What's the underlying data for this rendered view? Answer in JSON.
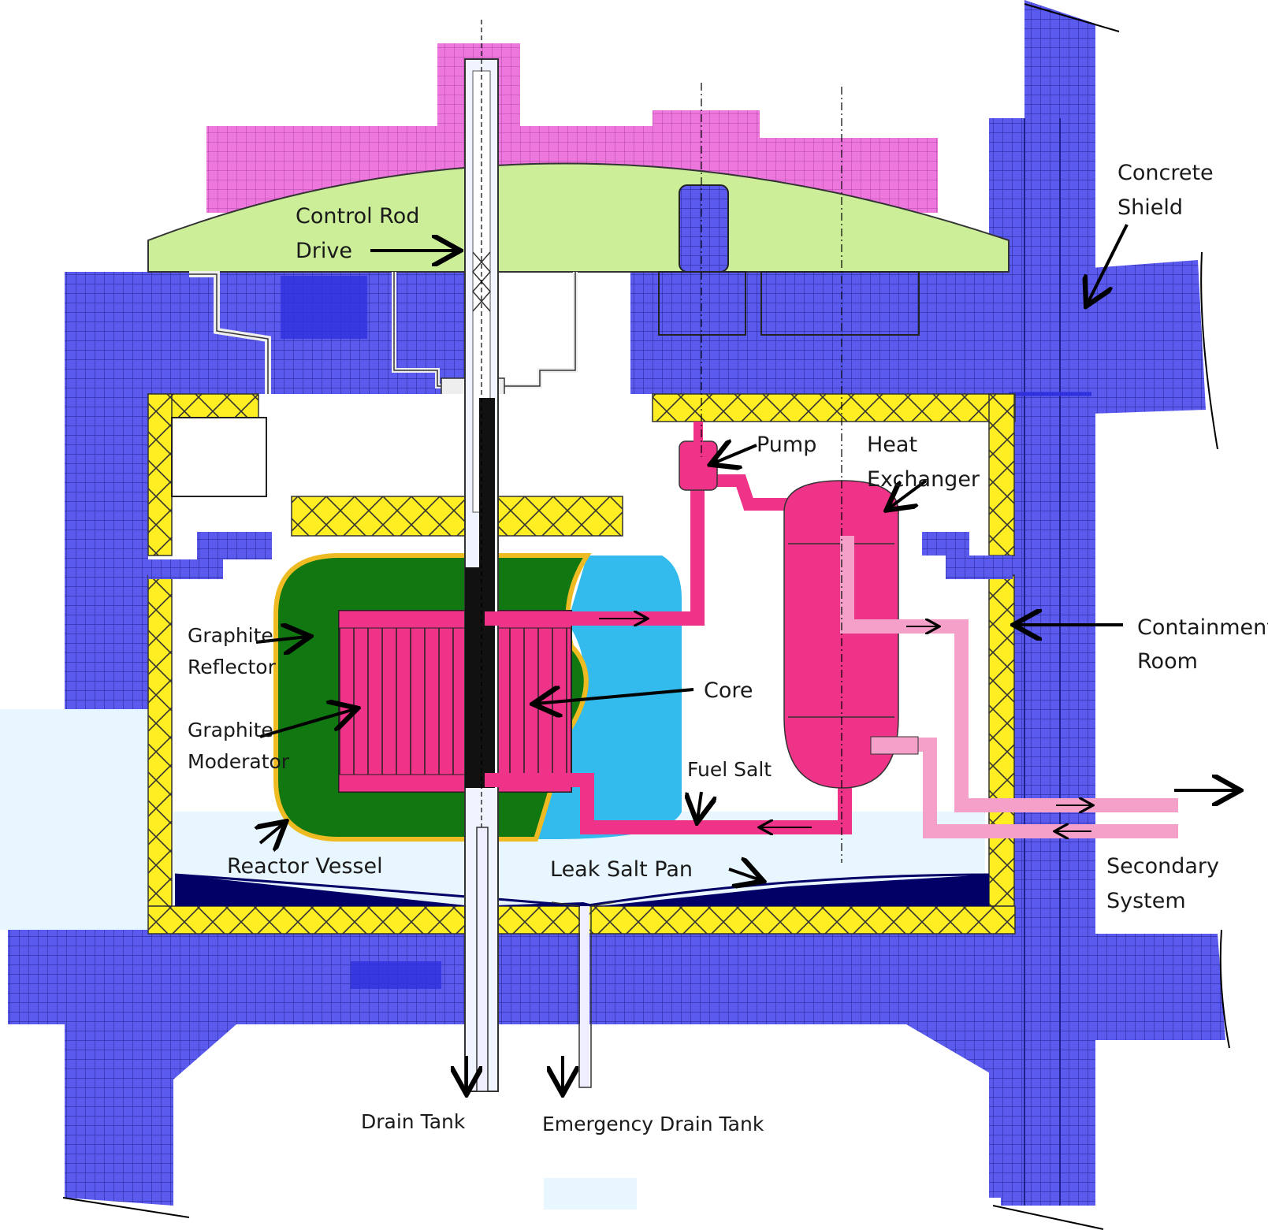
{
  "labels": {
    "control_rod_drive_1": "Control Rod",
    "control_rod_drive_2": "Drive",
    "concrete_shield_1": "Concrete",
    "concrete_shield_2": "Shield",
    "pump": "Pump",
    "heat_exchanger_1": "Heat",
    "heat_exchanger_2": "Exchanger",
    "containment_room_1": "Containment",
    "containment_room_2": "Room",
    "graphite_reflector_1": "Graphite",
    "graphite_reflector_2": "Reflector",
    "graphite_moderator_1": "Graphite",
    "graphite_moderator_2": "Moderator",
    "core": "Core",
    "fuel_salt": "Fuel Salt",
    "reactor_vessel": "Reactor Vessel",
    "leak_salt_pan": "Leak Salt Pan",
    "secondary_system_1": "Secondary",
    "secondary_system_2": "System",
    "drain_tank": "Drain Tank",
    "emergency_drain_tank": "Emergency Drain Tank"
  },
  "colors": {
    "concrete": "#5555ee",
    "concrete_dark": "#3333dd",
    "top_shield": "#ccee99",
    "top_block": "#ee77dd",
    "insulation": "#ffee22",
    "graphite_reflector": "#117711",
    "fuel_salt": "#ee3388",
    "secondary_salt": "#f4a0c8",
    "blue_region": "#33bbee",
    "vessel_outline": "#eebb22",
    "pan": "#000066",
    "room_air": "#e8f6ff"
  }
}
